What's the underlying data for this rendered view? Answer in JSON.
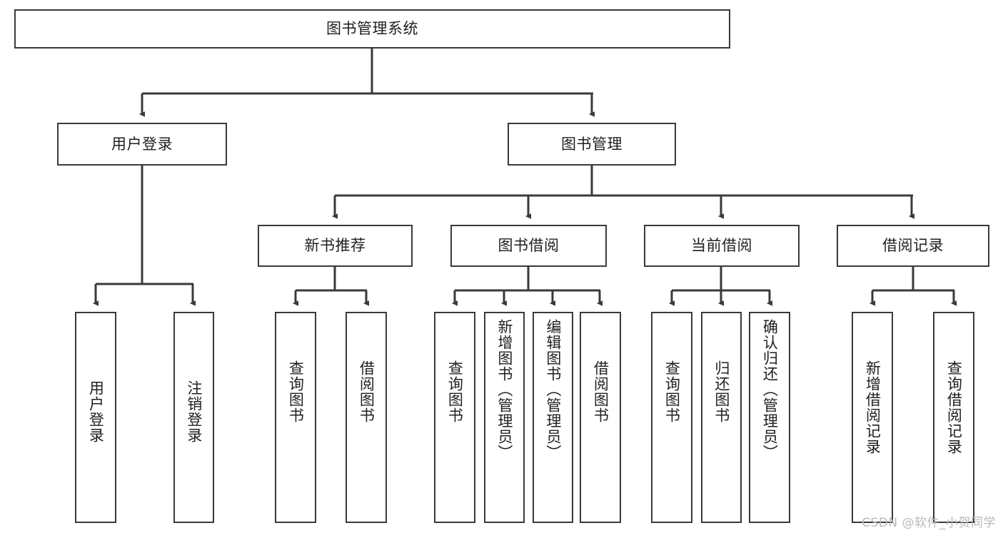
{
  "diagram": {
    "title": "图书管理系统",
    "watermark": "CSDN @软件_小贺同学",
    "line_color": "#3a3a3a",
    "box_fill": "#ffffff",
    "text_color": "#1f1f1f"
  },
  "levels": {
    "root": {
      "label": "图书管理系统"
    },
    "level2": [
      {
        "label": "用户登录"
      },
      {
        "label": "图书管理"
      }
    ],
    "level3": [
      {
        "label": "新书推荐"
      },
      {
        "label": "图书借阅"
      },
      {
        "label": "当前借阅"
      },
      {
        "label": "借阅记录"
      }
    ],
    "leaves": {
      "user_login": [
        {
          "label": "用户登录"
        },
        {
          "label": "注销登录"
        }
      ],
      "new_book": [
        {
          "label": "查询图书"
        },
        {
          "label": "借阅图书"
        }
      ],
      "book_borrow": [
        {
          "label": "查询图书"
        },
        {
          "label": "新增图书（管理员）"
        },
        {
          "label": "编辑图书（管理员）"
        },
        {
          "label": "借阅图书"
        }
      ],
      "current_borrow": [
        {
          "label": "查询图书"
        },
        {
          "label": "归还图书"
        },
        {
          "label": "确认归还（管理员）"
        }
      ],
      "borrow_record": [
        {
          "label": "新增借阅记录"
        },
        {
          "label": "查询借阅记录"
        }
      ]
    }
  },
  "chart_data": {
    "type": "diagram",
    "title": "图书管理系统",
    "structure": "tree",
    "nodes": [
      {
        "id": "root",
        "label": "图书管理系统",
        "level": 1,
        "parent": null
      },
      {
        "id": "user-login",
        "label": "用户登录",
        "level": 2,
        "parent": "root"
      },
      {
        "id": "book-manage",
        "label": "图书管理",
        "level": 2,
        "parent": "root"
      },
      {
        "id": "new-book-rec",
        "label": "新书推荐",
        "level": 3,
        "parent": "book-manage"
      },
      {
        "id": "book-borrow",
        "label": "图书借阅",
        "level": 3,
        "parent": "book-manage"
      },
      {
        "id": "current-borrow",
        "label": "当前借阅",
        "level": 3,
        "parent": "book-manage"
      },
      {
        "id": "borrow-record",
        "label": "借阅记录",
        "level": 3,
        "parent": "book-manage"
      },
      {
        "id": "leaf-1",
        "label": "用户登录",
        "level": 4,
        "parent": "user-login"
      },
      {
        "id": "leaf-2",
        "label": "注销登录",
        "level": 4,
        "parent": "user-login"
      },
      {
        "id": "leaf-3",
        "label": "查询图书",
        "level": 4,
        "parent": "new-book-rec"
      },
      {
        "id": "leaf-4",
        "label": "借阅图书",
        "level": 4,
        "parent": "new-book-rec"
      },
      {
        "id": "leaf-5",
        "label": "查询图书",
        "level": 4,
        "parent": "book-borrow"
      },
      {
        "id": "leaf-6",
        "label": "新增图书（管理员）",
        "level": 4,
        "parent": "book-borrow"
      },
      {
        "id": "leaf-7",
        "label": "编辑图书（管理员）",
        "level": 4,
        "parent": "book-borrow"
      },
      {
        "id": "leaf-8",
        "label": "借阅图书",
        "level": 4,
        "parent": "book-borrow"
      },
      {
        "id": "leaf-9",
        "label": "查询图书",
        "level": 4,
        "parent": "current-borrow"
      },
      {
        "id": "leaf-10",
        "label": "归还图书",
        "level": 4,
        "parent": "current-borrow"
      },
      {
        "id": "leaf-11",
        "label": "确认归还（管理员）",
        "level": 4,
        "parent": "current-borrow"
      },
      {
        "id": "leaf-12",
        "label": "新增借阅记录",
        "level": 4,
        "parent": "borrow-record"
      },
      {
        "id": "leaf-13",
        "label": "查询借阅记录",
        "level": 4,
        "parent": "borrow-record"
      }
    ]
  }
}
